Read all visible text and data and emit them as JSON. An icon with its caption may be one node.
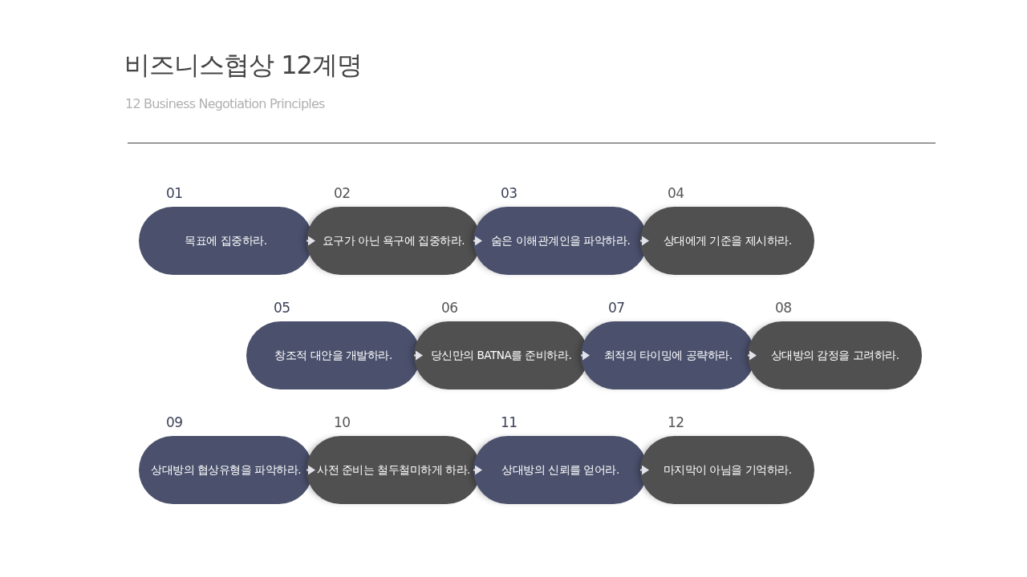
{
  "diagram": {
    "title": "비즈니스협상 12계명",
    "nodes": [
      {
        "text": [
          "01",
          "목표에 집중하라."
        ]
      },
      {
        "text": [
          "02",
          "요구가 아닌 욕구에 집중하라."
        ]
      },
      {
        "text": [
          "03",
          "숨은 이해관계인을 파악하라."
        ]
      },
      {
        "text": [
          "04",
          "상대에게 기준을 제시하라."
        ]
      },
      {
        "text": [
          "05",
          "창조적 대안을 개발하라."
        ]
      },
      {
        "text": [
          "06",
          "당신만의 BATNA를 준비하라."
        ]
      },
      {
        "text": [
          "07",
          "최적의 타이밍에 공략하라."
        ]
      },
      {
        "text": [
          "08",
          "상대방의 감정을 고려하라."
        ]
      },
      {
        "text": [
          "09",
          "상대방의 협상유형을 파악하라."
        ]
      },
      {
        "text": [
          "10",
          "사전 준비는 철두철미하게 하라."
        ]
      },
      {
        "text": [
          "11",
          "상대방의 신뢰를 얻어라."
        ]
      },
      {
        "text": [
          "12",
          "마지막이 아님을 기억하라."
        ]
      }
    ],
    "edges": [
      {
        "from": 0,
        "to": 1,
        "arrow": "to"
      },
      {
        "from": 1,
        "to": 2,
        "arrow": "to"
      },
      {
        "from": 2,
        "to": 3,
        "arrow": "to"
      },
      {
        "from": 4,
        "to": 5,
        "arrow": "to"
      },
      {
        "from": 5,
        "to": 6,
        "arrow": "to"
      },
      {
        "from": 6,
        "to": 7,
        "arrow": "to"
      },
      {
        "from": 8,
        "to": 9,
        "arrow": "to"
      },
      {
        "from": 9,
        "to": 10,
        "arrow": "to"
      },
      {
        "from": 10,
        "to": 11,
        "arrow": "to"
      }
    ],
    "labels": [
      "12 Business Negotiation Principles"
    ]
  }
}
